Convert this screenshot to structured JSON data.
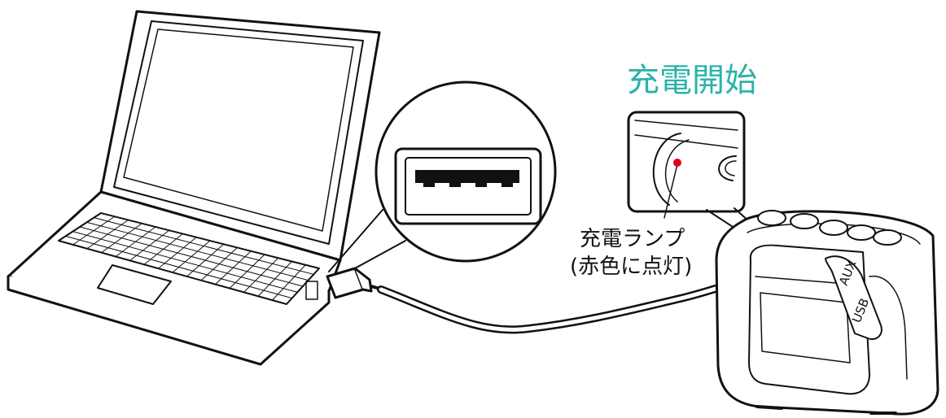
{
  "heading": "充電開始",
  "lamp_label": "充電ランプ",
  "lamp_sub": "(赤色に点灯)",
  "port_labels": {
    "usb": "USB",
    "aux": "AUX"
  },
  "colors": {
    "heading": "#2bb3a8",
    "lamp": "#e60012",
    "line": "#111111"
  },
  "icons": [
    "laptop-icon",
    "usb-port-icon",
    "usb-cable-icon",
    "speaker-icon",
    "charge-lamp-icon"
  ]
}
